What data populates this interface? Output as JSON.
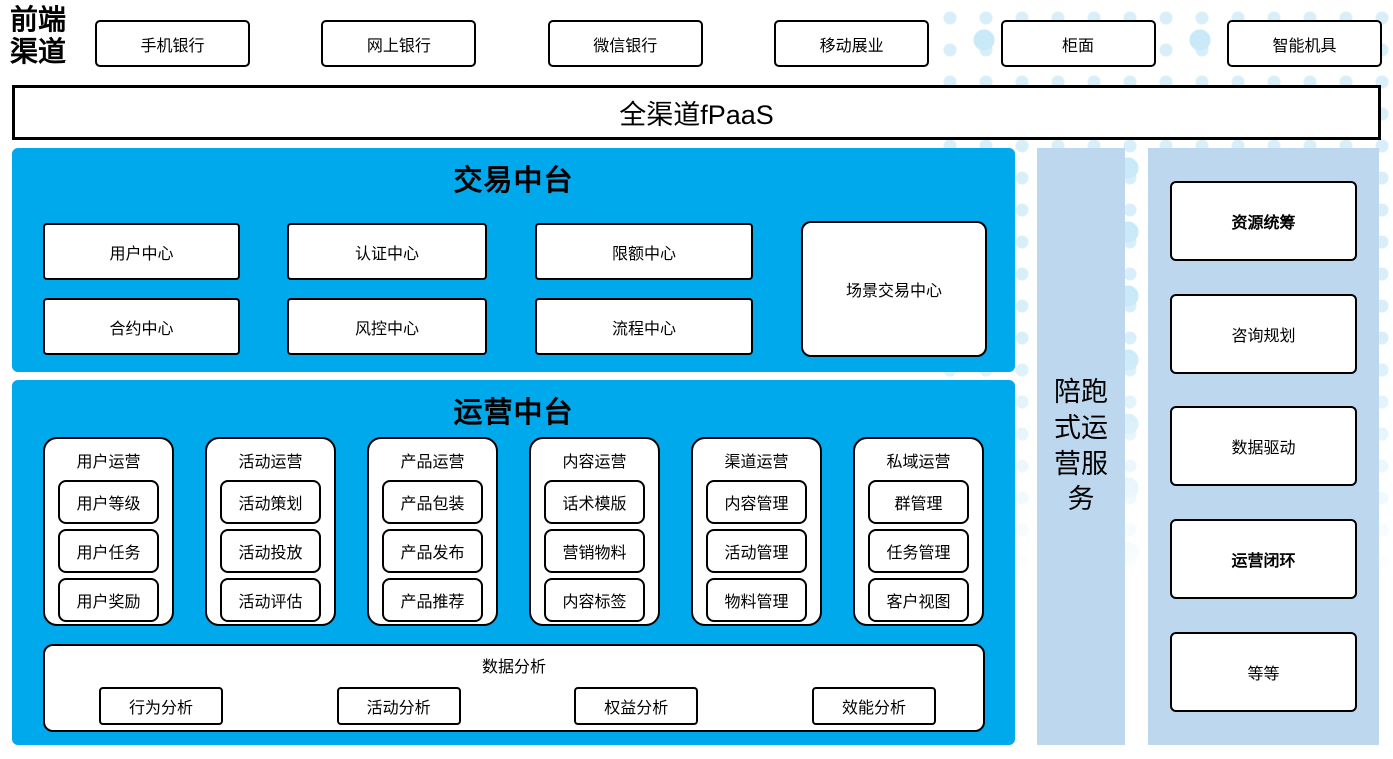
{
  "colors": {
    "accent_blue": "#00A8EC",
    "panel_blue": "#BDD7EE",
    "dot_light": "#D8EFFA",
    "dot_medium": "#C9E9F8",
    "box_border": "#000000"
  },
  "front_channels": {
    "label": "前端渠道",
    "items": [
      "手机银行",
      "网上银行",
      "微信银行",
      "移动展业",
      "柜面",
      "智能机具"
    ]
  },
  "fpaas": {
    "label": "全渠道fPaaS"
  },
  "transaction_platform": {
    "title": "交易中台",
    "row1": [
      "用户中心",
      "认证中心",
      "限额中心"
    ],
    "row2": [
      "合约中心",
      "风控中心",
      "流程中心"
    ],
    "scene_center": "场景交易中心"
  },
  "operation_platform": {
    "title": "运营中台",
    "groups": [
      {
        "title": "用户运营",
        "items": [
          "用户等级",
          "用户任务",
          "用户奖励"
        ]
      },
      {
        "title": "活动运营",
        "items": [
          "活动策划",
          "活动投放",
          "活动评估"
        ]
      },
      {
        "title": "产品运营",
        "items": [
          "产品包装",
          "产品发布",
          "产品推荐"
        ]
      },
      {
        "title": "内容运营",
        "items": [
          "话术模版",
          "营销物料",
          "内容标签"
        ]
      },
      {
        "title": "渠道运营",
        "items": [
          "内容管理",
          "活动管理",
          "物料管理"
        ]
      },
      {
        "title": "私域运营",
        "items": [
          "群管理",
          "任务管理",
          "客户视图"
        ]
      }
    ],
    "analytics": {
      "title": "数据分析",
      "items": [
        "行为分析",
        "活动分析",
        "权益分析",
        "效能分析"
      ]
    }
  },
  "accompany_service": {
    "label": "陪跑式运营服务"
  },
  "service_panel": {
    "items": [
      {
        "label": "资源统筹",
        "emphasis": true
      },
      {
        "label": "咨询规划",
        "emphasis": false
      },
      {
        "label": "数据驱动",
        "emphasis": false
      },
      {
        "label": "运营闭环",
        "emphasis": true
      },
      {
        "label": "等等",
        "emphasis": false
      }
    ]
  }
}
